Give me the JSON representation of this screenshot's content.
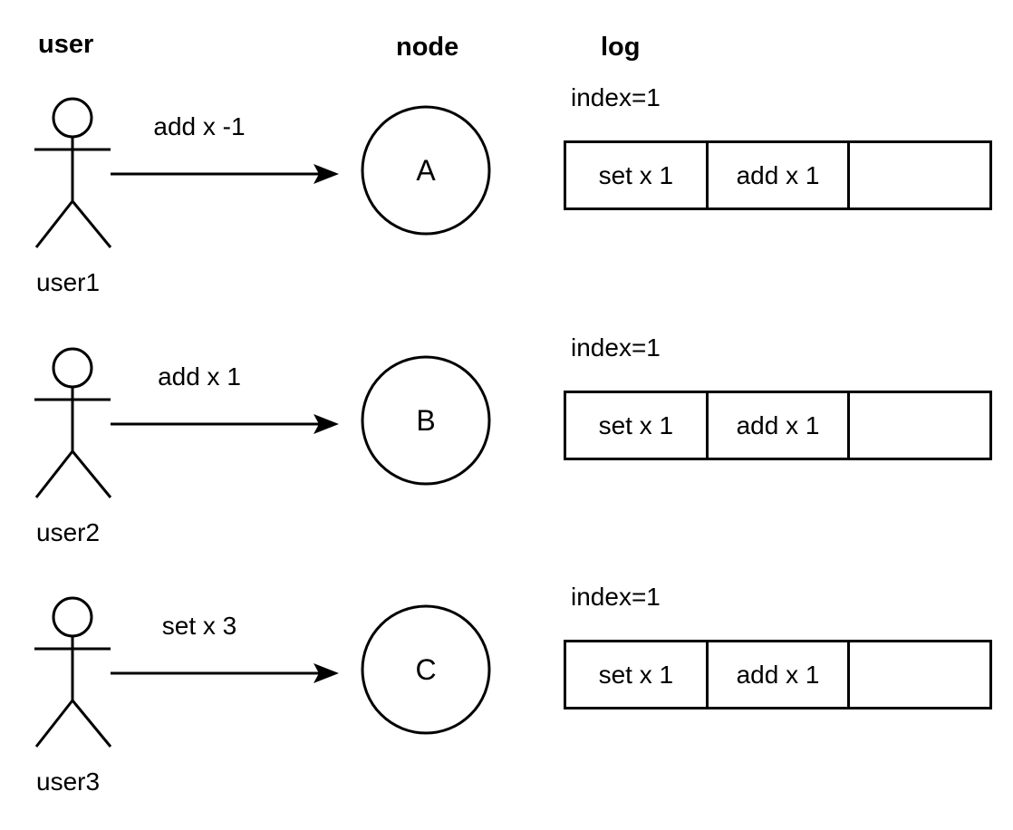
{
  "headers": {
    "user": "user",
    "node": "node",
    "log": "log"
  },
  "colors": {
    "stroke": "#000000",
    "background": "#ffffff"
  },
  "rows": [
    {
      "user_label": "user1",
      "command": "add x -1",
      "node": "A",
      "index_label": "index=1",
      "log_cells": [
        "set x 1",
        "add x 1",
        ""
      ]
    },
    {
      "user_label": "user2",
      "command": "add x 1",
      "node": "B",
      "index_label": "index=1",
      "log_cells": [
        "set x 1",
        "add x 1",
        ""
      ]
    },
    {
      "user_label": "user3",
      "command": "set x 3",
      "node": "C",
      "index_label": "index=1",
      "log_cells": [
        "set x 1",
        "add x 1",
        ""
      ]
    }
  ]
}
